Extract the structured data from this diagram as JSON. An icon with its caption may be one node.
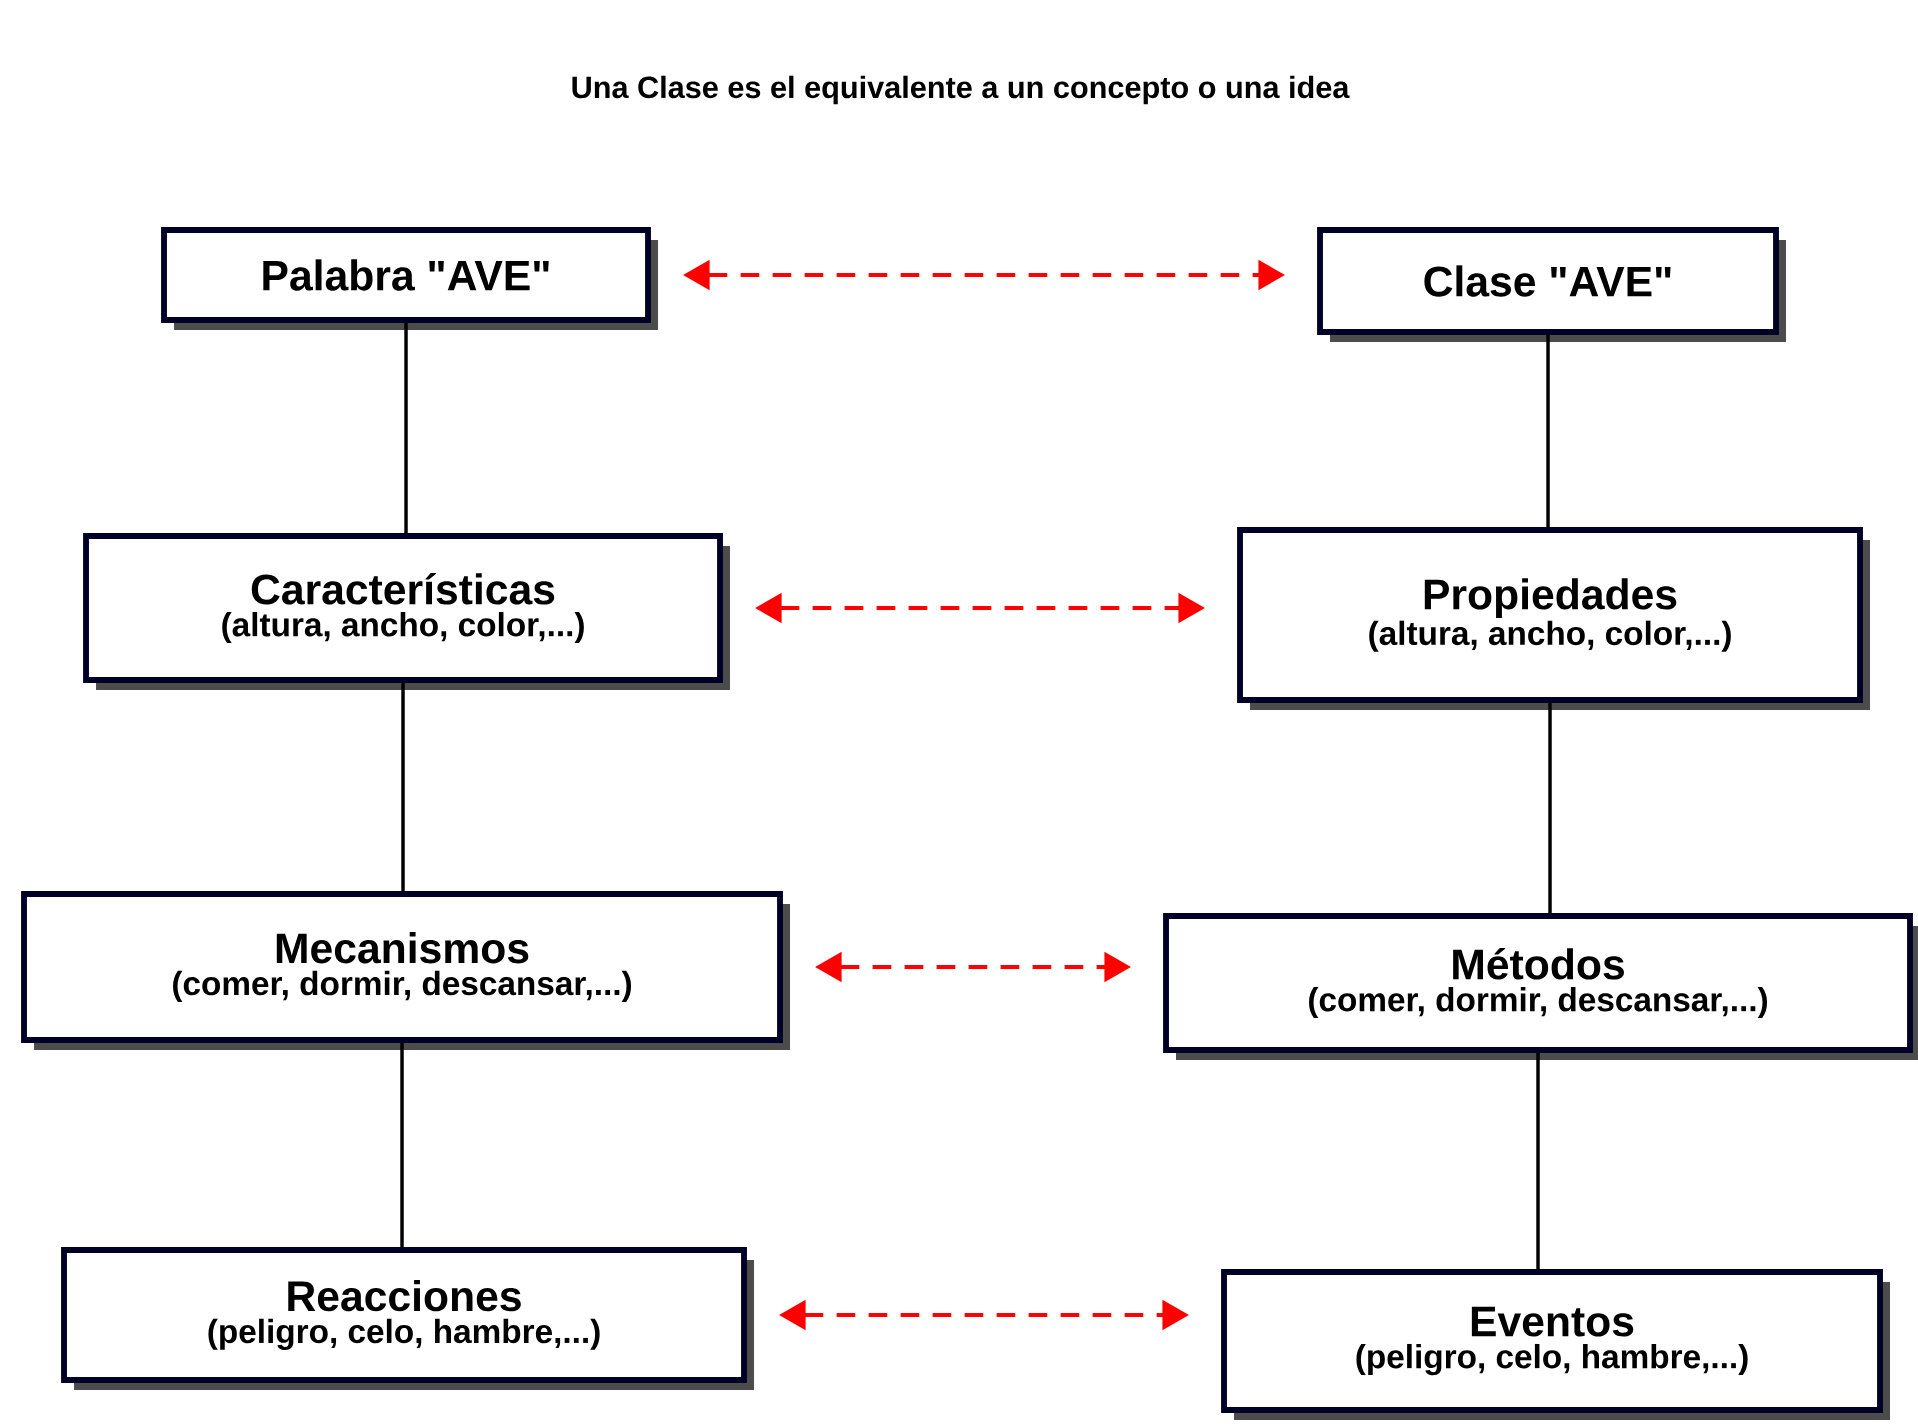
{
  "diagram": {
    "title": "Una Clase es el equivalente a un concepto o una idea",
    "nodes": [
      {
        "text": [
          "Palabra \"AVE\""
        ]
      },
      {
        "text": [
          "Clase \"AVE\""
        ]
      },
      {
        "text": [
          "Características",
          "(altura, ancho, color,...)"
        ]
      },
      {
        "text": [
          "Propiedades",
          "(altura, ancho, color,...)"
        ]
      },
      {
        "text": [
          "Mecanismos",
          "(comer, dormir, descansar,...)"
        ]
      },
      {
        "text": [
          "Métodos",
          "(comer, dormir, descansar,...)"
        ]
      },
      {
        "text": [
          "Reacciones",
          "(peligro, celo, hambre,...)"
        ]
      },
      {
        "text": [
          "Eventos",
          "(peligro, celo, hambre,...)"
        ]
      }
    ],
    "edges": [
      {
        "from": 0,
        "to": 1,
        "arrow": "both",
        "style": "dashed",
        "color": "#ff0000"
      },
      {
        "from": 0,
        "to": 2,
        "arrow": "none"
      },
      {
        "from": 1,
        "to": 3,
        "arrow": "none"
      },
      {
        "from": 2,
        "to": 3,
        "arrow": "both",
        "style": "dashed",
        "color": "#ff0000"
      },
      {
        "from": 2,
        "to": 4,
        "arrow": "none"
      },
      {
        "from": 3,
        "to": 5,
        "arrow": "none"
      },
      {
        "from": 4,
        "to": 5,
        "arrow": "both",
        "style": "dashed",
        "color": "#ff0000"
      },
      {
        "from": 4,
        "to": 6,
        "arrow": "none"
      },
      {
        "from": 5,
        "to": 7,
        "arrow": "none"
      },
      {
        "from": 6,
        "to": 7,
        "arrow": "both",
        "style": "dashed",
        "color": "#ff0000"
      }
    ]
  }
}
